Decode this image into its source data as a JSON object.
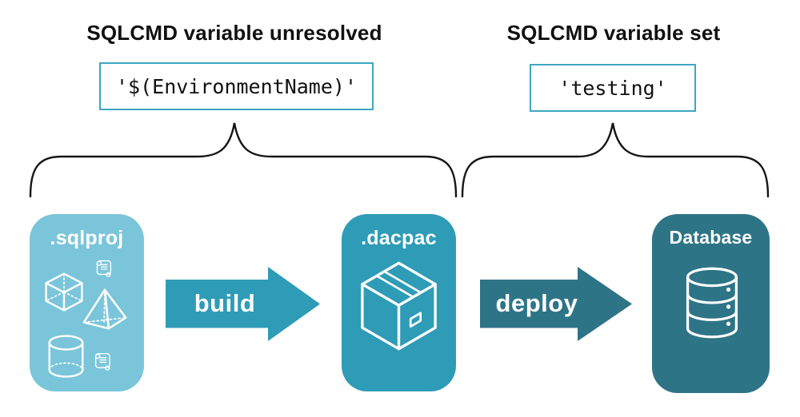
{
  "annotations": {
    "left": {
      "heading": "SQLCMD variable unresolved",
      "code": "'$(EnvironmentName)'"
    },
    "right": {
      "heading": "SQLCMD variable set",
      "code": "'testing'"
    }
  },
  "pipeline": {
    "sqlproj_label": ".sqlproj",
    "build_label": "build",
    "dacpac_label": ".dacpac",
    "deploy_label": "deploy",
    "database_label": "Database"
  },
  "icons": {
    "sqlproj": [
      "script-icon",
      "cube-icon",
      "pyramid-icon",
      "cylinder-icon",
      "script-icon"
    ],
    "dacpac": "package-icon",
    "database": "database-icon"
  },
  "colors": {
    "light_blue": "#7BC5DA",
    "teal": "#2F9CB7",
    "dark_teal": "#2E7487",
    "code_border": "#3EA6C2",
    "ink": "#111111",
    "white": "#FFFFFF"
  }
}
